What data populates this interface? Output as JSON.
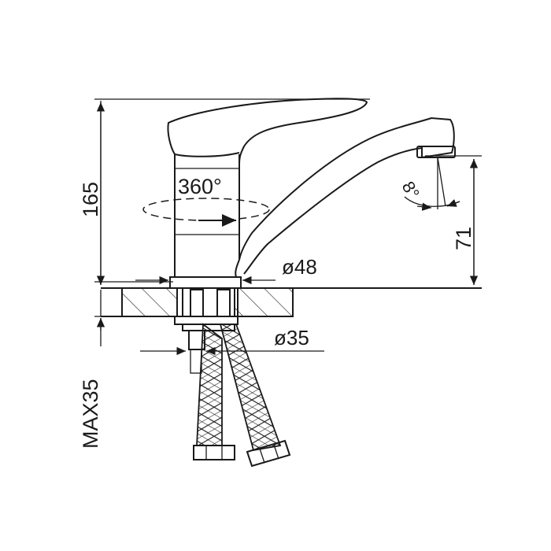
{
  "dimensions": {
    "height_total": "165",
    "rotation": "360°",
    "spout_angle": "8°",
    "spout_height": "71",
    "base_diameter": "ø48",
    "shank_diameter": "ø35",
    "max_counter_thickness": "MAX35"
  },
  "colors": {
    "ink": "#1a1a1a",
    "background": "#ffffff"
  }
}
